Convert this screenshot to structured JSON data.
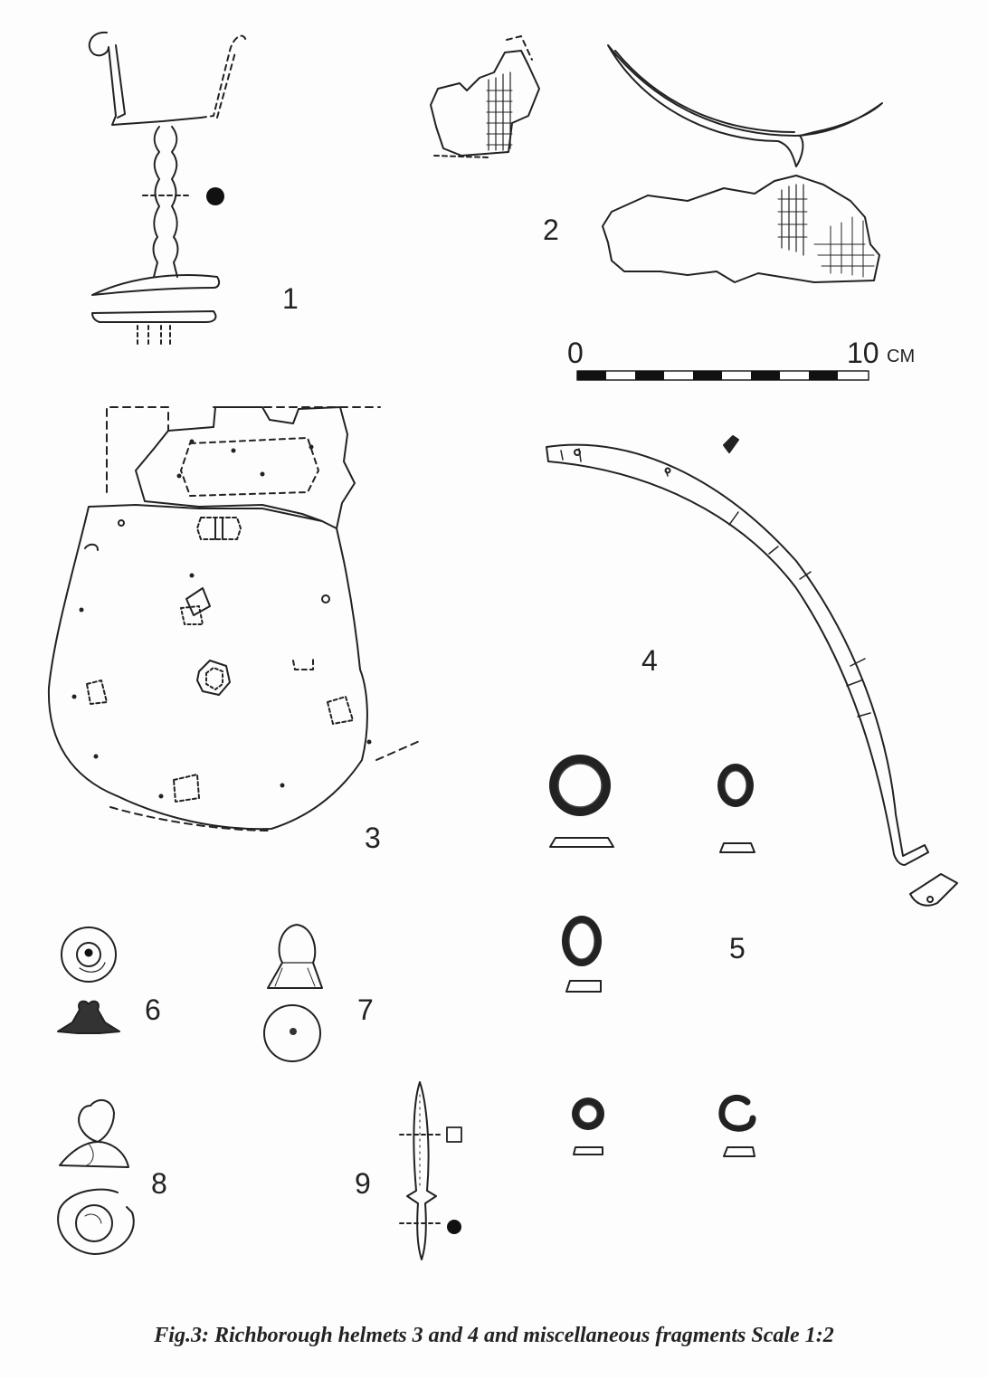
{
  "labels": {
    "n1": "1",
    "n2": "2",
    "n3": "3",
    "n4": "4",
    "n5": "5",
    "n6": "6",
    "n7": "7",
    "n8": "8",
    "n9": "9"
  },
  "scale": {
    "start": "0",
    "end": "10",
    "unit": "CM"
  },
  "caption": "Fig.3: Richborough helmets 3 and 4 and miscellaneous fragments Scale 1:2"
}
